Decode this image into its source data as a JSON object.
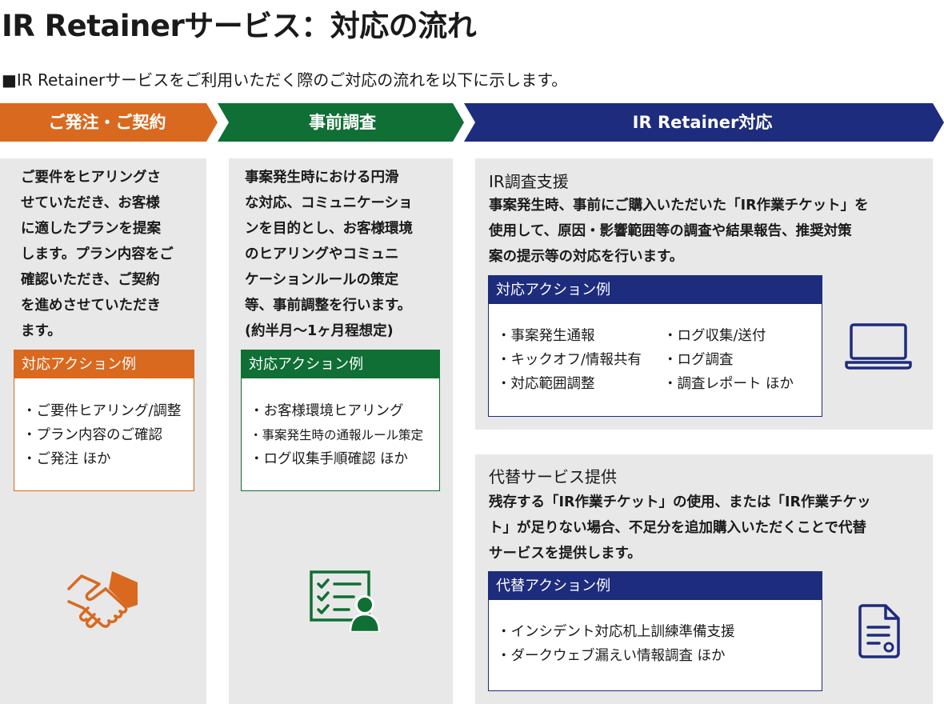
{
  "title": "IR Retainerサービス：対応の流れ",
  "subtitle": "■IR Retainerサービスをご利用いただく際のご対応の流れを以下に示します。",
  "colors": {
    "orange": "#d9691f",
    "green": "#106f34",
    "navy": "#1d2c7d",
    "panel": "#e8e8e8"
  },
  "steps": [
    {
      "label": "ご発注・ご契約",
      "description": [
        "ご要件をヒアリングさ",
        "せていただき、お客様",
        "に適したプランを提案",
        "します。プラン内容をご",
        "確認いただき、ご契約",
        "を進めさせていただき",
        "ます。"
      ],
      "action_title": "対応アクション例",
      "actions": [
        "ご要件ヒアリング/調整",
        "プラン内容のご確認",
        "ご発注 ほか"
      ],
      "icon": "handshake-icon"
    },
    {
      "label": "事前調査",
      "description": [
        "事案発生時における円滑",
        "な対応、コミュニケーショ",
        "ンを目的とし、お客様環境",
        "のヒアリングやコミュニ",
        "ケーションルールの策定",
        "等、事前調整を行います。",
        "(約半月〜1ヶ月程想定)"
      ],
      "action_title": "対応アクション例",
      "actions": [
        "お客様環境ヒアリング",
        "事案発生時の通報ルール策定",
        "ログ収集手順確認 ほか"
      ],
      "icon": "checklist-person-icon"
    },
    {
      "label": "IR Retainer対応",
      "sections": [
        {
          "title": "IR調査支援",
          "description": [
            "事案発生時、事前にご購入いただいた「IR作業チケット」を",
            "使用して、原因・影響範囲等の調査や結果報告、推奨対策",
            "案の提示等の対応を行います。"
          ],
          "action_title": "対応アクション例",
          "actions_left": [
            "事案発生通報",
            "キックオフ/情報共有",
            "対応範囲調整"
          ],
          "actions_right": [
            "ログ収集/送付",
            "ログ調査",
            "調査レポート ほか"
          ],
          "icon": "laptop-icon"
        },
        {
          "title": "代替サービス提供",
          "description": [
            "残存する「IR作業チケット」の使用、または「IR作業チケッ",
            "ト」が足りない場合、不足分を追加購入いただくことで代替",
            "サービスを提供します。"
          ],
          "action_title": "代替アクション例",
          "actions": [
            "インシデント対応机上訓練準備支援",
            "ダークウェブ漏えい情報調査 ほか"
          ],
          "icon": "document-icon"
        }
      ]
    }
  ]
}
